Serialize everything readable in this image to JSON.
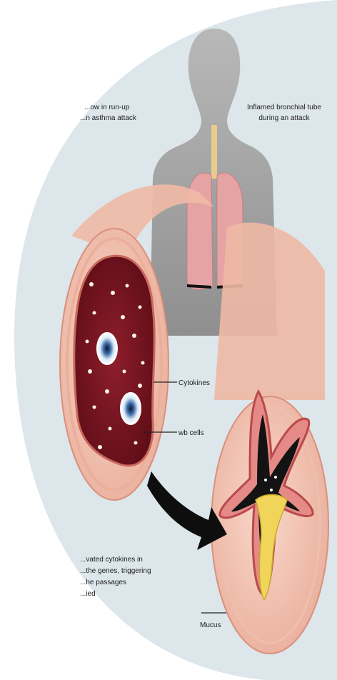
{
  "labels": {
    "left_header": [
      "...ow in run-up",
      "...n asthma attack"
    ],
    "right_header": [
      "Inflamed bronchial tube",
      "during an attack"
    ],
    "cytokines": "Cytokines",
    "cells": "wb cells",
    "bottom_text": [
      "...vated cytokines in",
      "...the genes, triggering",
      "...he passages",
      "...ied"
    ],
    "mucus": "Mucus"
  },
  "colors": {
    "background_panel": "#dde6ea",
    "body_silhouette": "#a4a4a4",
    "lungs": "#e6a3a3",
    "tube_tissue": "#f5c6b5",
    "lumen_blood": "#7a1522",
    "mucus": "#f1d55a",
    "arrow": "#0e0e0e"
  }
}
